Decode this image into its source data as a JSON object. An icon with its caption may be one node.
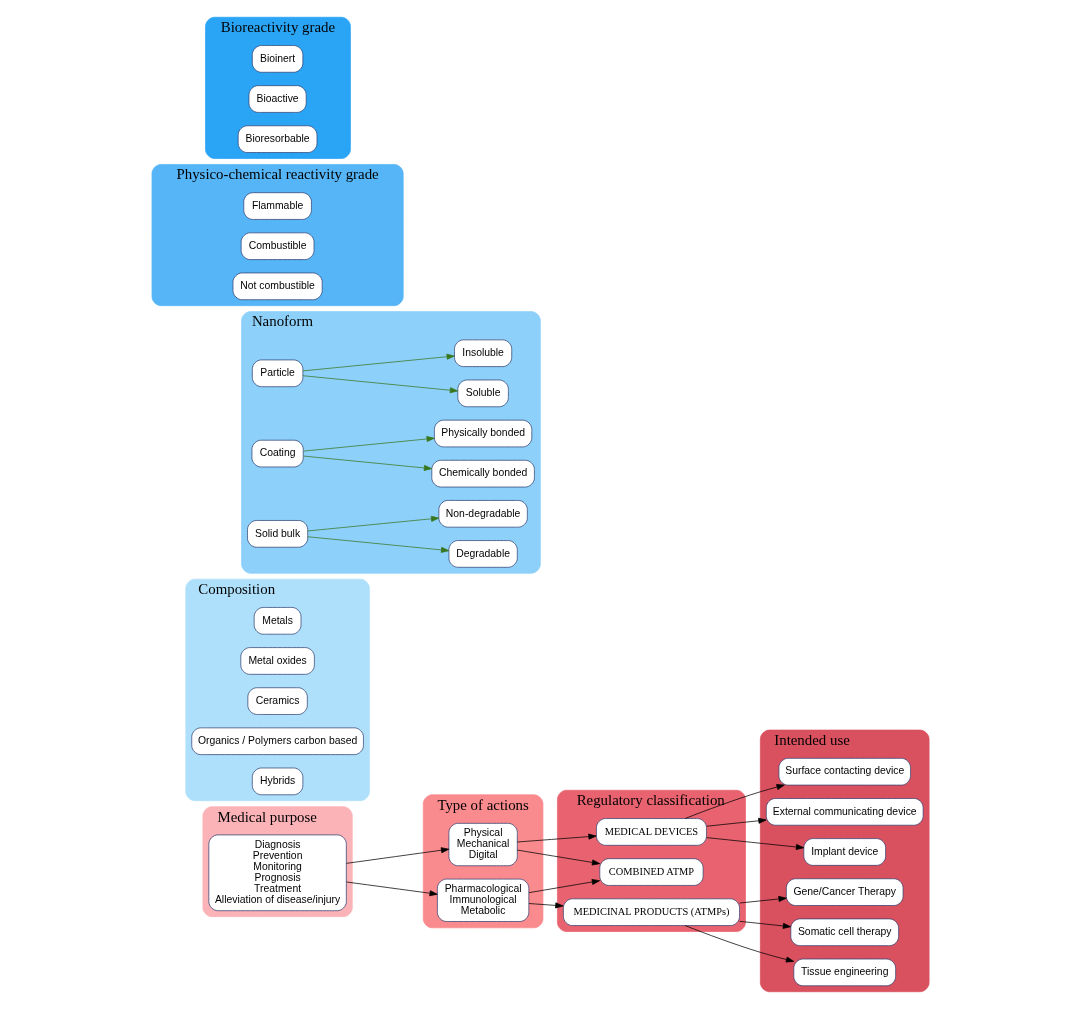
{
  "diagram": {
    "nodes": [
      {
        "text": [
          "Medical purpose"
        ]
      },
      {
        "text": [
          "Diagnosis",
          "Prevention",
          "Monitoring",
          "Prognosis",
          "Treatment",
          "Alleviation of disease/injury"
        ],
        "in": 0
      },
      {
        "text": [
          "Type of actions"
        ]
      },
      {
        "text": [
          "Physical",
          "Mechanical",
          "Digital"
        ],
        "in": 2
      },
      {
        "text": [
          "Pharmacological",
          "Immunological",
          "Metabolic"
        ],
        "in": 2
      },
      {
        "text": [
          "Regulatory classification"
        ]
      },
      {
        "text": [
          "MEDICAL DEVICES"
        ],
        "in": 5
      },
      {
        "text": [
          "COMBINED ATMP"
        ],
        "in": 5
      },
      {
        "text": [
          "MEDICINAL PRODUCTS (ATMPs)"
        ],
        "in": 5
      },
      {
        "text": [
          "Intended use"
        ]
      },
      {
        "text": [
          "Surface contacting device"
        ],
        "in": 9
      },
      {
        "text": [
          "External communicating device"
        ],
        "in": 9
      },
      {
        "text": [
          "Implant device"
        ],
        "in": 9
      },
      {
        "text": [
          "Gene/Cancer Therapy"
        ],
        "in": 9
      },
      {
        "text": [
          "Somatic cell therapy"
        ],
        "in": 9
      },
      {
        "text": [
          "Tissue engineering"
        ],
        "in": 9
      },
      {
        "text": [
          "Composition"
        ]
      },
      {
        "text": [
          "Metals"
        ],
        "in": 16
      },
      {
        "text": [
          "Metal oxides"
        ],
        "in": 16
      },
      {
        "text": [
          "Ceramics"
        ],
        "in": 16
      },
      {
        "text": [
          "Organics / Polymers carbon based"
        ],
        "in": 16
      },
      {
        "text": [
          "Hybrids"
        ],
        "in": 16
      },
      {
        "text": [
          "Nanoform"
        ]
      },
      {
        "text": [
          "Particle"
        ],
        "in": 22
      },
      {
        "text": [
          "Soluble"
        ],
        "in": 22
      },
      {
        "text": [
          "Insoluble"
        ],
        "in": 22
      },
      {
        "text": [
          "Coating"
        ],
        "in": 22
      },
      {
        "text": [
          "Chemically bonded"
        ],
        "in": 22
      },
      {
        "text": [
          "Physically bonded"
        ],
        "in": 22
      },
      {
        "text": [
          "Solid bulk"
        ],
        "in": 22
      },
      {
        "text": [
          "Degradable"
        ],
        "in": 22
      },
      {
        "text": [
          "Non-degradable"
        ],
        "in": 22
      },
      {
        "text": [
          "Physico-chemical reactivity grade"
        ]
      },
      {
        "text": [
          "Flammable"
        ],
        "in": 32
      },
      {
        "text": [
          "Combustible"
        ],
        "in": 32
      },
      {
        "text": [
          "Not combustible"
        ],
        "in": 32
      },
      {
        "text": [
          "Bioreactivity grade"
        ]
      },
      {
        "text": [
          "Bioinert"
        ],
        "in": 36
      },
      {
        "text": [
          "Bioactive"
        ],
        "in": 36
      },
      {
        "text": [
          "Bioresorbable"
        ],
        "in": 36
      }
    ],
    "edges": [
      {
        "from": 1,
        "to": 3,
        "arrow": "to"
      },
      {
        "from": 1,
        "to": 4,
        "arrow": "to"
      },
      {
        "from": 3,
        "to": 6,
        "arrow": "to"
      },
      {
        "from": 3,
        "to": 7,
        "arrow": "to"
      },
      {
        "from": 4,
        "to": 7,
        "arrow": "to"
      },
      {
        "from": 4,
        "to": 8,
        "arrow": "to"
      },
      {
        "from": 6,
        "to": 10,
        "arrow": "to"
      },
      {
        "from": 6,
        "to": 11,
        "arrow": "to"
      },
      {
        "from": 6,
        "to": 12,
        "arrow": "to"
      },
      {
        "from": 8,
        "to": 13,
        "arrow": "to"
      },
      {
        "from": 8,
        "to": 14,
        "arrow": "to"
      },
      {
        "from": 8,
        "to": 15,
        "arrow": "to"
      },
      {
        "from": 23,
        "to": 24,
        "arrow": "to",
        "color": "#38761d"
      },
      {
        "from": 23,
        "to": 25,
        "arrow": "to",
        "color": "#38761d"
      },
      {
        "from": 26,
        "to": 27,
        "arrow": "to",
        "color": "#38761d"
      },
      {
        "from": 26,
        "to": 28,
        "arrow": "to",
        "color": "#38761d"
      },
      {
        "from": 29,
        "to": 30,
        "arrow": "to",
        "color": "#38761d"
      },
      {
        "from": 29,
        "to": 31,
        "arrow": "to",
        "color": "#38761d"
      }
    ]
  }
}
